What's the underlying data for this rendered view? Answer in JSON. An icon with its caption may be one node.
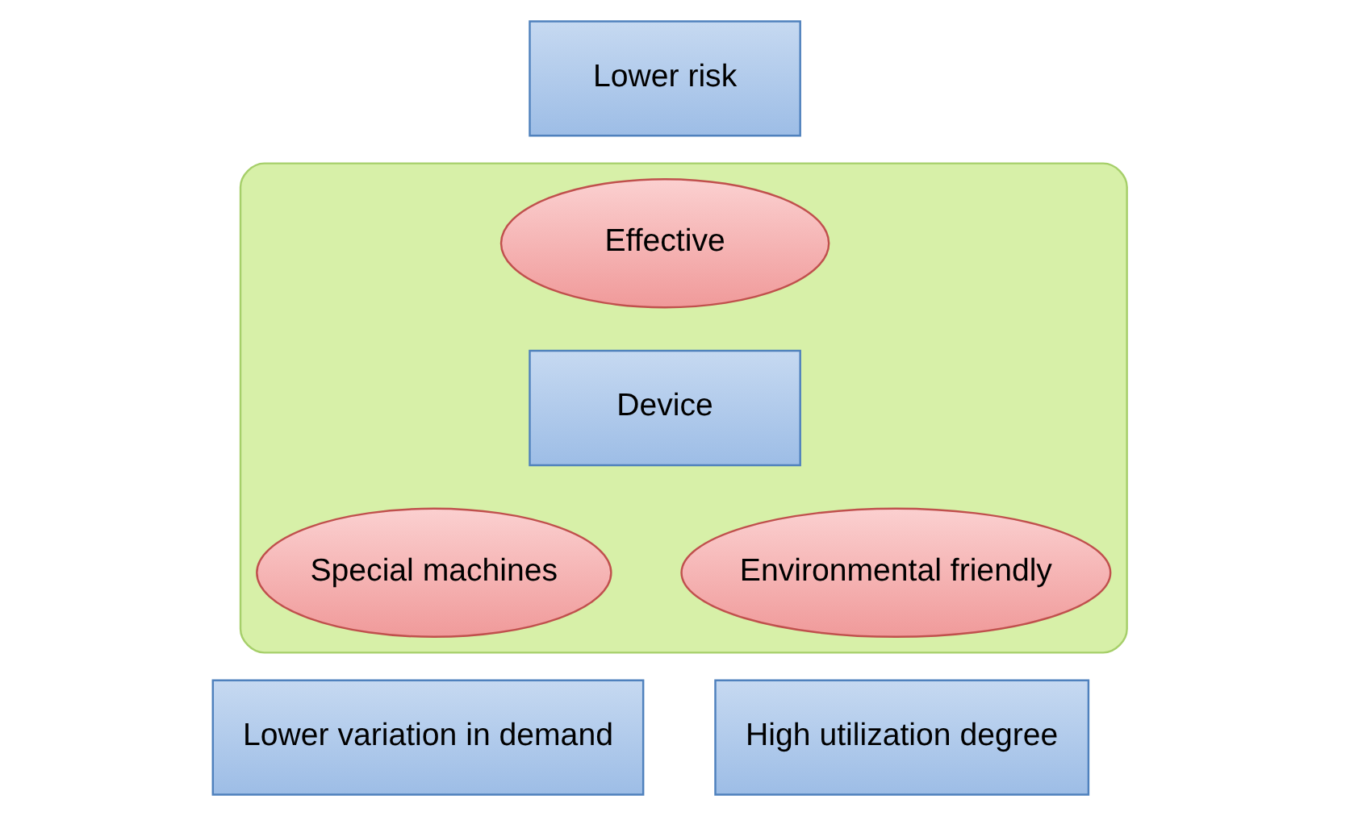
{
  "diagram": {
    "nodes": [
      {
        "text": [
          "Lower risk"
        ]
      },
      {
        "text": [],
        "shape": "triangle"
      },
      {
        "text": [
          "Effective"
        ],
        "in": 1
      },
      {
        "text": [
          "Device"
        ],
        "in": 1
      },
      {
        "text": [
          "Special machines"
        ],
        "in": 1
      },
      {
        "text": [
          "Environmental friendly"
        ],
        "in": 1
      },
      {
        "text": [
          "Lower variation in demand"
        ]
      },
      {
        "text": [
          "High utilization degree"
        ]
      }
    ],
    "edges": []
  }
}
